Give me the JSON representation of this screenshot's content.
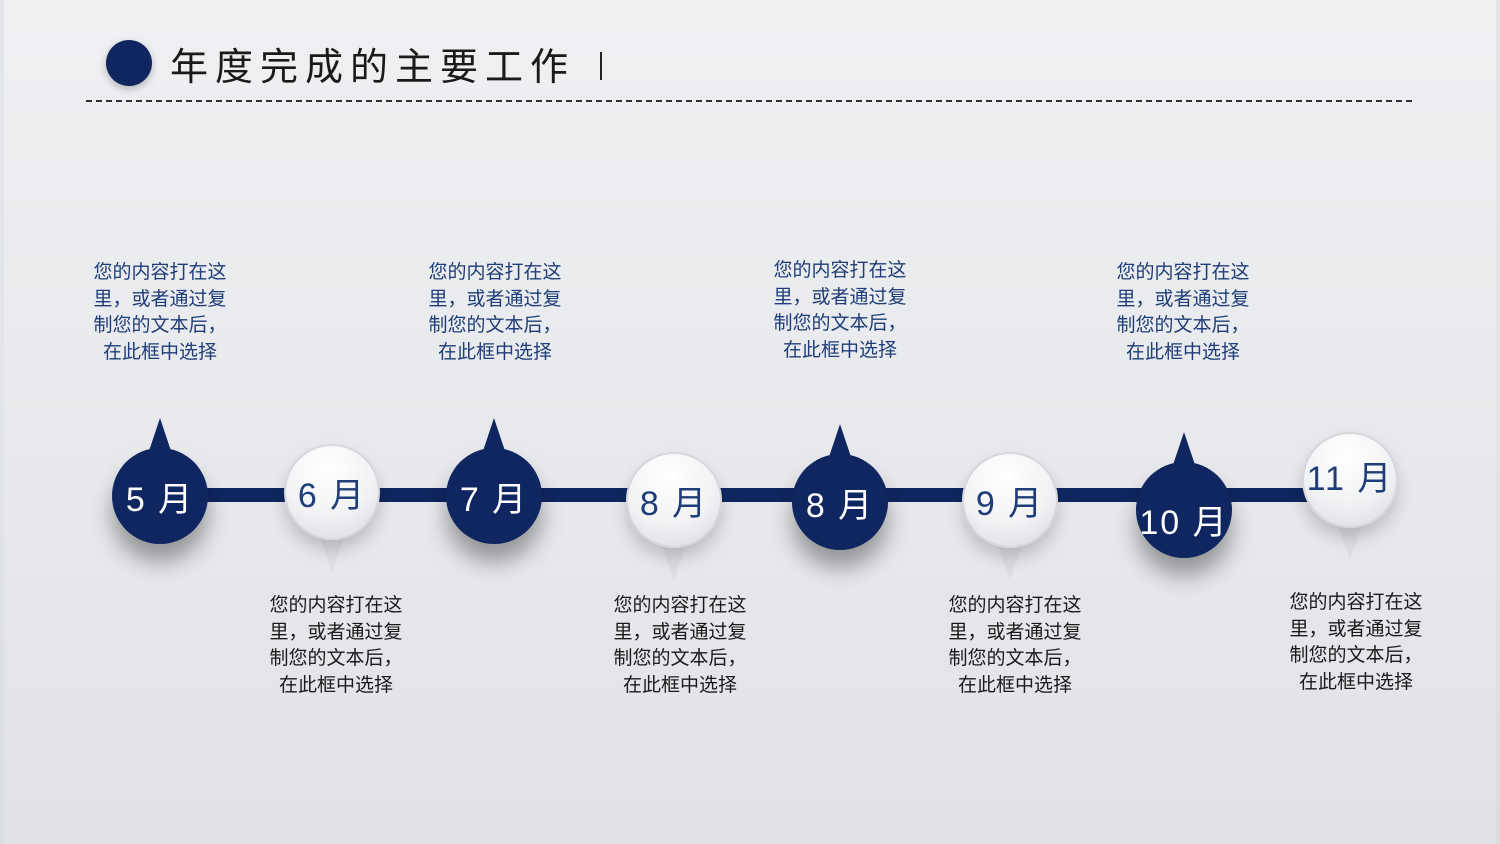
{
  "slide": {
    "title": "年度完成的主要工作",
    "accent_color": "#0f2660",
    "timeline": [
      {
        "month": "5 月",
        "style": "dark",
        "desc": "您的内容打在这里，或者通过复制您的文本后，在此框中选择",
        "desc_position": "above"
      },
      {
        "month": "6 月",
        "style": "light",
        "desc": "您的内容打在这里，或者通过复制您的文本后，在此框中选择",
        "desc_position": "below"
      },
      {
        "month": "7 月",
        "style": "dark",
        "desc": "您的内容打在这里，或者通过复制您的文本后，在此框中选择",
        "desc_position": "above"
      },
      {
        "month": "8 月",
        "style": "light",
        "desc": "您的内容打在这里，或者通过复制您的文本后，在此框中选择",
        "desc_position": "below"
      },
      {
        "month": "8 月",
        "style": "dark",
        "desc": "您的内容打在这里，或者通过复制您的文本后，在此框中选择",
        "desc_position": "above"
      },
      {
        "month": "9 月",
        "style": "light",
        "desc": "您的内容打在这里，或者通过复制您的文本后，在此框中选择",
        "desc_position": "below"
      },
      {
        "month": "10 月",
        "style": "dark",
        "desc": "您的内容打在这里，或者通过复制您的文本后，在此框中选择",
        "desc_position": "above"
      },
      {
        "month": "11 月",
        "style": "light",
        "desc": "您的内容打在这里，或者通过复制您的文本后，在此框中选择",
        "desc_position": "below"
      }
    ]
  }
}
